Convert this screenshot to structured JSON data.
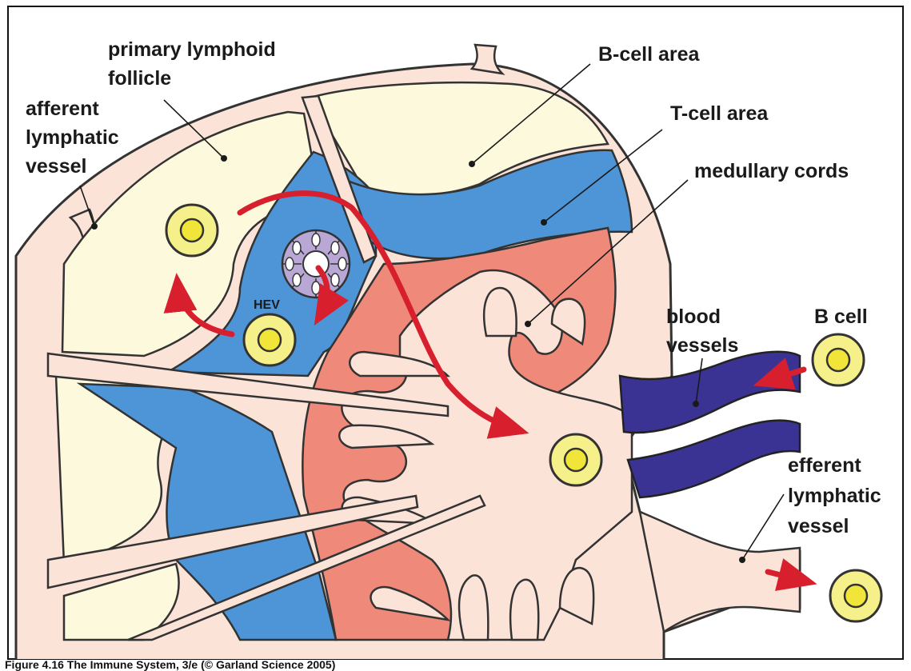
{
  "labels": {
    "primary_follicle_line1": "primary lymphoid",
    "primary_follicle_line2": "follicle",
    "afferent_line1": "afferent",
    "afferent_line2": "lymphatic",
    "afferent_line3": "vessel",
    "b_cell_area": "B-cell area",
    "t_cell_area": "T-cell area",
    "medullary_cords": "medullary cords",
    "blood_line1": "blood",
    "blood_line2": "vessels",
    "b_cell": "B cell",
    "efferent_line1": "efferent",
    "efferent_line2": "lymphatic",
    "efferent_line3": "vessel",
    "hev": "HEV"
  },
  "caption": "Figure 4.16  The Immune System, 3/e (© Garland Science 2005)",
  "colors": {
    "capsule": "#fbe3d8",
    "follicle": "#fdf9dc",
    "t_cell_zone": "#4d95d6",
    "medulla": "#ef8a7a",
    "blood_vessel": "#3b3393",
    "cell_outer": "#f6f08a",
    "cell_inner": "#f2e53a",
    "hev": "#b9a8d6",
    "arrow": "#d81f2e",
    "outline": "#333333"
  }
}
